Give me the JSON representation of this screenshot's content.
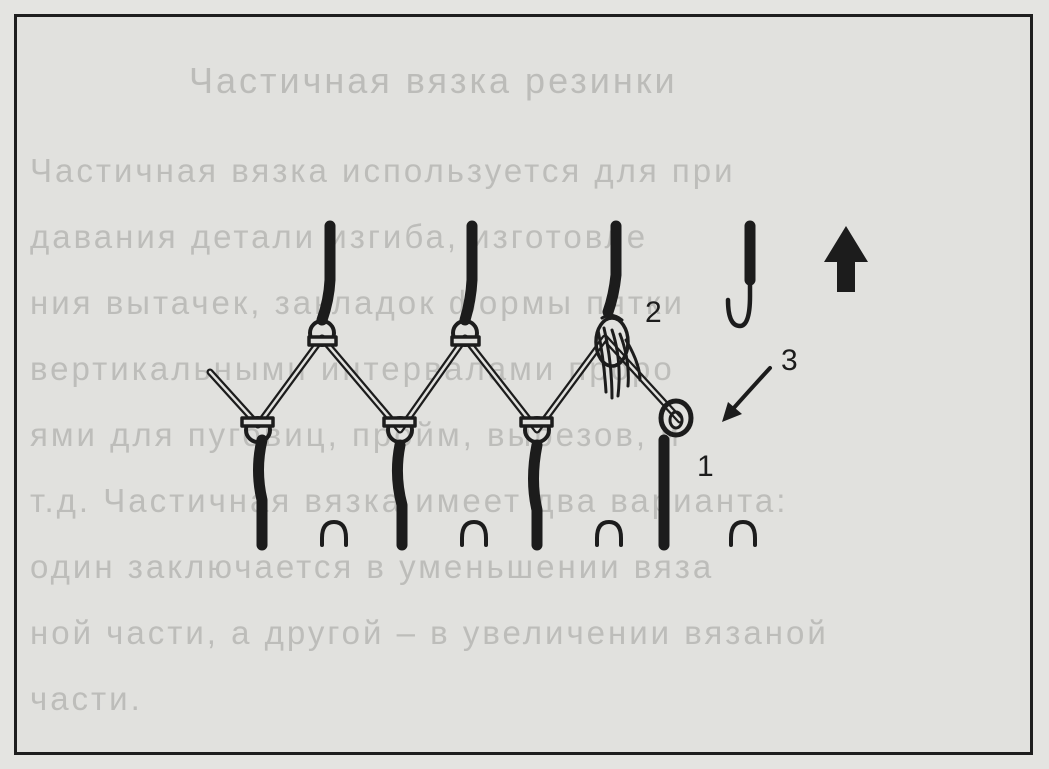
{
  "background_text": {
    "title": "Частичная вязка резинки",
    "lines": [
      "Частичная вязка используется для при",
      "давания детали изгиба, изготовле",
      "ния вытачек, закладок формы пятки",
      "вертикальными интервалами проро",
      "ями для пуговиц, пройм, вырезов, и",
      "т.д. Частичная вязка имеет два варианта:",
      "один заключается в уменьшении вяза",
      "ной части, а другой – в увеличении вязаной",
      "части."
    ]
  },
  "labels": {
    "step1": "1",
    "step2": "2",
    "step3": "3"
  },
  "icons": {
    "direction": "up-arrow-icon",
    "hook": "hook-icon"
  },
  "colors": {
    "ink": "#1c1c1c",
    "paper": "#e1e1de"
  }
}
